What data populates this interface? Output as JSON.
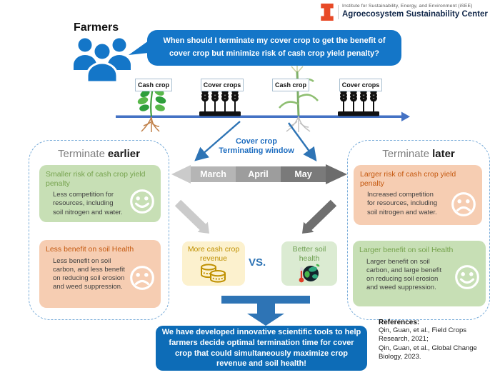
{
  "header": {
    "institute_line": "Institute for Sustainability, Energy, and Environment (iSEE)",
    "center_name": "Agroecosystem Sustainability Center"
  },
  "farmers": {
    "label": "Farmers",
    "question": "When should I terminate my cover crop to get the benefit of cover crop but minimize risk of cash crop yield penalty?"
  },
  "timeline": {
    "labels": [
      "Cash crop",
      "Cover crops",
      "Cash crop",
      "Cover crops"
    ]
  },
  "term_window": {
    "label_line1": "Cover crop",
    "label_line2": "Terminating window",
    "months": [
      "March",
      "April",
      "May"
    ]
  },
  "earlier": {
    "title_normal": "Terminate",
    "title_bold": "earlier",
    "risk_title": "Smaller risk of cash crop yield penalty",
    "risk_body": "Less competition for resources, including soil nitrogen and water.",
    "soil_title": "Less benefit on soil Health",
    "soil_body": "Less benefit on soil carbon, and less benefit on reducing soil erosion and weed suppression."
  },
  "later": {
    "title_normal": "Terminate",
    "title_bold": "later",
    "risk_title": "Larger risk of cash crop yield penalty",
    "risk_body": "Increased competition for resources, including soil nitrogen and water.",
    "soil_title": "Larger benefit on soil Health",
    "soil_body": "Larger benefit on soil carbon, and large benefit on reducing soil erosion and weed suppression."
  },
  "tradeoff": {
    "revenue_label": "More cash crop revenue",
    "vs_label": "VS.",
    "soil_label": "Better soil health"
  },
  "conclusion": "We have developed innovative scientific tools to help farmers decide optimal termination time for cover crop that could simultaneously maximize crop revenue and soil health!",
  "references": {
    "title": "References:",
    "items": [
      "Qin, Guan, et al., Field Crops Research, 2021;",
      "Qin, Guan, et al., Global Change Biology, 2023."
    ]
  },
  "colors": {
    "primary_blue": "#1476c8",
    "deep_blue": "#0d6cb7",
    "timeline_blue": "#4472c4",
    "arrow_blue": "#2e74b5",
    "illinois_orange": "#e84a27",
    "navy": "#13294b",
    "green_box": "#c7dfb5",
    "green_text": "#76a34e",
    "orange_box": "#f6cdb2",
    "orange_text": "#c55a11",
    "yellow_box": "#fcf1ce",
    "gold_text": "#bf9000",
    "gray_light": "#cbcbcb",
    "gray_dark": "#6c6c6c"
  }
}
